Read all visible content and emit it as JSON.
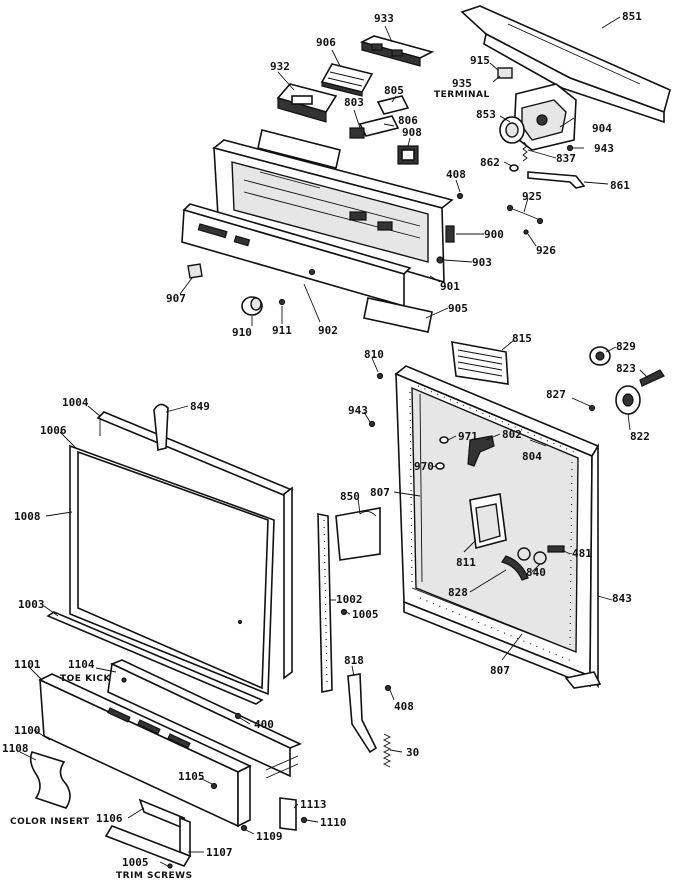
{
  "labels": {
    "p933": "933",
    "p851": "851",
    "p906": "906",
    "p915": "915",
    "p935": "935",
    "terminal": "TERMINAL",
    "p932": "932",
    "p805": "805",
    "p803": "803",
    "p806": "806",
    "p853": "853",
    "p904": "904",
    "p908": "908",
    "p943a": "943",
    "p837": "837",
    "p862": "862",
    "p861": "861",
    "p408a": "408",
    "p925": "925",
    "p900": "900",
    "p926": "926",
    "p903": "903",
    "p901": "901",
    "p907": "907",
    "p905": "905",
    "p910": "910",
    "p911": "911",
    "p902": "902",
    "p815": "815",
    "p829": "829",
    "p810": "810",
    "p823": "823",
    "p1004": "1004",
    "p849": "849",
    "p827": "827",
    "p943b": "943",
    "p1006": "1006",
    "p971": "971",
    "p802": "802",
    "p804": "804",
    "p822": "822",
    "p970": "970",
    "p850": "850",
    "p807a": "807",
    "p1008": "1008",
    "p811": "811",
    "p481": "481",
    "p840": "840",
    "p828": "828",
    "p843": "843",
    "p1003": "1003",
    "p1002": "1002",
    "p1005a": "1005",
    "p807b": "807",
    "p1101": "1101",
    "p1104": "1104",
    "toe_kick": "TOE KICK",
    "p818": "818",
    "p408b": "408",
    "p400": "400",
    "p1100": "1100",
    "p1108": "1108",
    "p30": "30",
    "p1105": "1105",
    "color_insert": "COLOR INSERT",
    "p1106": "1106",
    "p1113": "1113",
    "p1110": "1110",
    "p1109": "1109",
    "p1107": "1107",
    "p1005b": "1005",
    "trim_screws": "TRIM SCREWS"
  }
}
